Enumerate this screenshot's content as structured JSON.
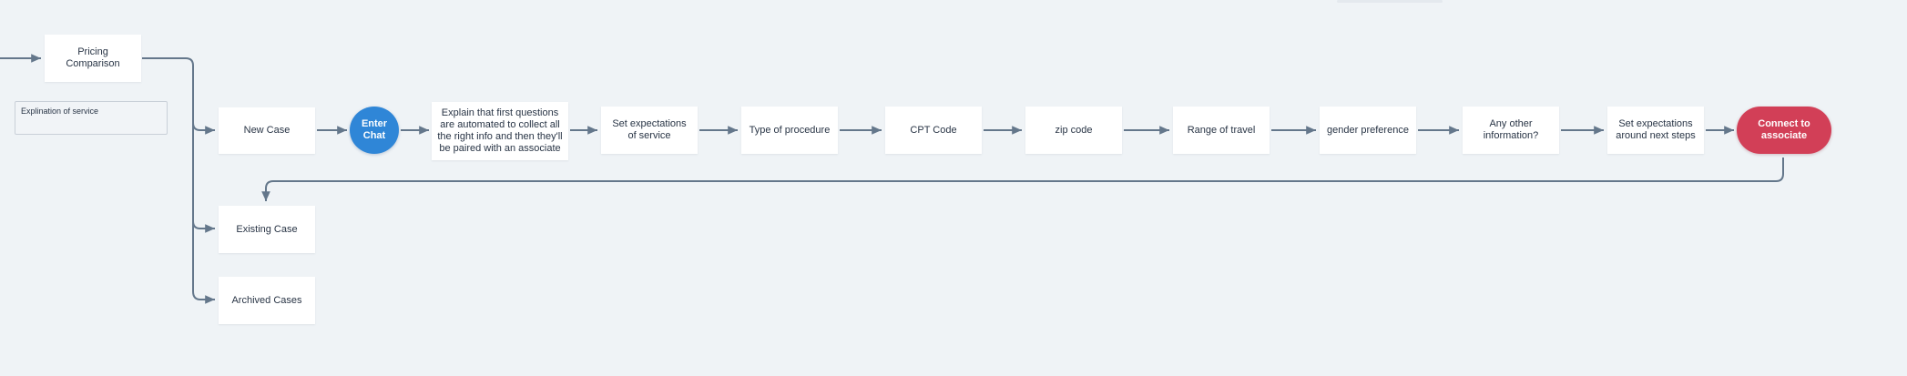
{
  "diagram": {
    "nodes": {
      "pricing_comparison": "Pricing Comparison",
      "new_case": "New Case",
      "enter_chat": "Enter Chat",
      "explain": "Explain that first questions are automated to collect all the right info and then they'll be paired with an associate",
      "set_expectations_service": "Set expectations of service",
      "type_of_procedure": "Type of procedure",
      "cpt_code": "CPT Code",
      "zip_code": "zip code",
      "range_of_travel": "Range of travel",
      "gender_preference": "gender preference",
      "any_other_information": "Any other information?",
      "set_expectations_next_steps": "Set expectations around next steps",
      "connect_to_associate": "Connect to associate",
      "existing_case": "Existing Case",
      "archived_cases": "Archived Cases"
    },
    "note": "Explination of service",
    "colors": {
      "background": "#eff3f6",
      "edge": "#64778b",
      "start_node": "#2f86d7",
      "end_node": "#d23f57"
    }
  }
}
